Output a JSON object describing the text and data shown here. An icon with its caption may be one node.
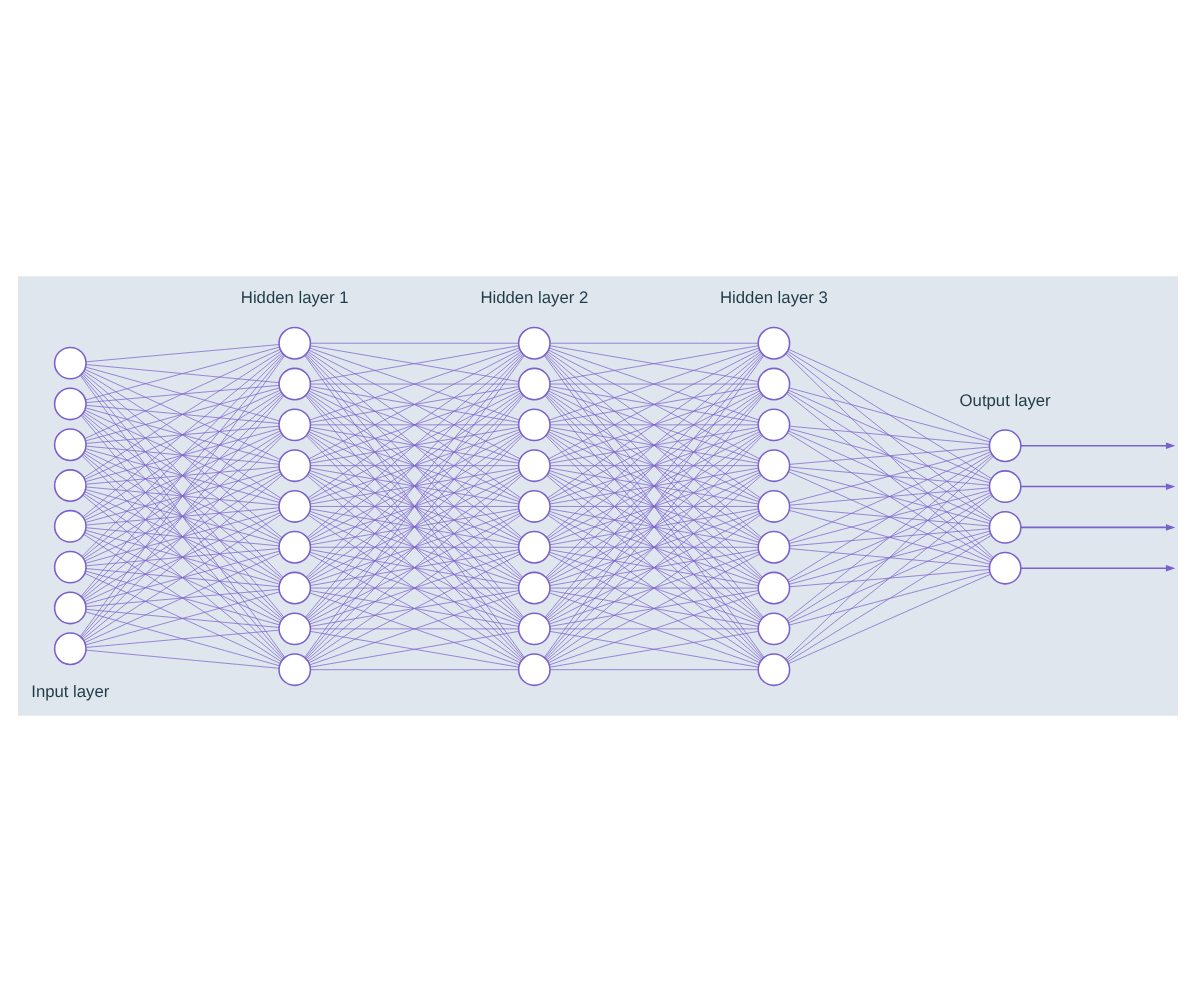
{
  "diagram": {
    "nodes": [
      {
        "text": [],
        "shape": "circle"
      },
      {
        "text": [],
        "shape": "circle"
      },
      {
        "text": [],
        "shape": "circle"
      },
      {
        "text": [],
        "shape": "circle"
      },
      {
        "text": [],
        "shape": "circle"
      },
      {
        "text": [],
        "shape": "circle"
      },
      {
        "text": [],
        "shape": "circle"
      },
      {
        "text": [],
        "shape": "circle"
      },
      {
        "text": [],
        "shape": "circle"
      },
      {
        "text": [],
        "shape": "circle"
      },
      {
        "text": [],
        "shape": "circle"
      },
      {
        "text": [],
        "shape": "circle"
      },
      {
        "text": [],
        "shape": "circle"
      },
      {
        "text": [],
        "shape": "circle"
      },
      {
        "text": [],
        "shape": "circle"
      },
      {
        "text": [],
        "shape": "circle"
      },
      {
        "text": [],
        "shape": "circle"
      },
      {
        "text": [],
        "shape": "circle"
      },
      {
        "text": [],
        "shape": "circle"
      },
      {
        "text": [],
        "shape": "circle"
      },
      {
        "text": [],
        "shape": "circle"
      },
      {
        "text": [],
        "shape": "circle"
      },
      {
        "text": [],
        "shape": "circle"
      },
      {
        "text": [],
        "shape": "circle"
      },
      {
        "text": [],
        "shape": "circle"
      },
      {
        "text": [],
        "shape": "circle"
      },
      {
        "text": [],
        "shape": "circle"
      },
      {
        "text": [],
        "shape": "circle"
      },
      {
        "text": [],
        "shape": "circle"
      },
      {
        "text": [],
        "shape": "circle"
      },
      {
        "text": [],
        "shape": "circle"
      },
      {
        "text": [],
        "shape": "circle"
      },
      {
        "text": [],
        "shape": "circle"
      },
      {
        "text": [],
        "shape": "circle"
      },
      {
        "text": [],
        "shape": "circle"
      },
      {
        "text": [],
        "shape": "circle"
      },
      {
        "text": [],
        "shape": "circle"
      },
      {
        "text": [],
        "shape": "circle"
      },
      {
        "text": [],
        "shape": "circle"
      }
    ],
    "edges": [
      {
        "from": 0,
        "to": 8,
        "arrow": "none"
      },
      {
        "from": 0,
        "to": 9,
        "arrow": "none"
      },
      {
        "from": 0,
        "to": 10,
        "arrow": "none"
      },
      {
        "from": 0,
        "to": 11,
        "arrow": "none"
      },
      {
        "from": 0,
        "to": 12,
        "arrow": "none"
      },
      {
        "from": 0,
        "to": 13,
        "arrow": "none"
      },
      {
        "from": 0,
        "to": 14,
        "arrow": "none"
      },
      {
        "from": 0,
        "to": 15,
        "arrow": "none"
      },
      {
        "from": 0,
        "to": 16,
        "arrow": "none"
      },
      {
        "from": 1,
        "to": 8,
        "arrow": "none"
      },
      {
        "from": 1,
        "to": 9,
        "arrow": "none"
      },
      {
        "from": 1,
        "to": 10,
        "arrow": "none"
      },
      {
        "from": 1,
        "to": 11,
        "arrow": "none"
      },
      {
        "from": 1,
        "to": 12,
        "arrow": "none"
      },
      {
        "from": 1,
        "to": 13,
        "arrow": "none"
      },
      {
        "from": 1,
        "to": 14,
        "arrow": "none"
      },
      {
        "from": 1,
        "to": 15,
        "arrow": "none"
      },
      {
        "from": 1,
        "to": 16,
        "arrow": "none"
      },
      {
        "from": 2,
        "to": 8,
        "arrow": "none"
      },
      {
        "from": 2,
        "to": 9,
        "arrow": "none"
      },
      {
        "from": 2,
        "to": 10,
        "arrow": "none"
      },
      {
        "from": 2,
        "to": 11,
        "arrow": "none"
      },
      {
        "from": 2,
        "to": 12,
        "arrow": "none"
      },
      {
        "from": 2,
        "to": 13,
        "arrow": "none"
      },
      {
        "from": 2,
        "to": 14,
        "arrow": "none"
      },
      {
        "from": 2,
        "to": 15,
        "arrow": "none"
      },
      {
        "from": 2,
        "to": 16,
        "arrow": "none"
      },
      {
        "from": 3,
        "to": 8,
        "arrow": "none"
      },
      {
        "from": 3,
        "to": 9,
        "arrow": "none"
      },
      {
        "from": 3,
        "to": 10,
        "arrow": "none"
      },
      {
        "from": 3,
        "to": 11,
        "arrow": "none"
      },
      {
        "from": 3,
        "to": 12,
        "arrow": "none"
      },
      {
        "from": 3,
        "to": 13,
        "arrow": "none"
      },
      {
        "from": 3,
        "to": 14,
        "arrow": "none"
      },
      {
        "from": 3,
        "to": 15,
        "arrow": "none"
      },
      {
        "from": 3,
        "to": 16,
        "arrow": "none"
      },
      {
        "from": 4,
        "to": 8,
        "arrow": "none"
      },
      {
        "from": 4,
        "to": 9,
        "arrow": "none"
      },
      {
        "from": 4,
        "to": 10,
        "arrow": "none"
      },
      {
        "from": 4,
        "to": 11,
        "arrow": "none"
      },
      {
        "from": 4,
        "to": 12,
        "arrow": "none"
      },
      {
        "from": 4,
        "to": 13,
        "arrow": "none"
      },
      {
        "from": 4,
        "to": 14,
        "arrow": "none"
      },
      {
        "from": 4,
        "to": 15,
        "arrow": "none"
      },
      {
        "from": 4,
        "to": 16,
        "arrow": "none"
      },
      {
        "from": 5,
        "to": 8,
        "arrow": "none"
      },
      {
        "from": 5,
        "to": 9,
        "arrow": "none"
      },
      {
        "from": 5,
        "to": 10,
        "arrow": "none"
      },
      {
        "from": 5,
        "to": 11,
        "arrow": "none"
      },
      {
        "from": 5,
        "to": 12,
        "arrow": "none"
      },
      {
        "from": 5,
        "to": 13,
        "arrow": "none"
      },
      {
        "from": 5,
        "to": 14,
        "arrow": "none"
      },
      {
        "from": 5,
        "to": 15,
        "arrow": "none"
      },
      {
        "from": 5,
        "to": 16,
        "arrow": "none"
      },
      {
        "from": 6,
        "to": 8,
        "arrow": "none"
      },
      {
        "from": 6,
        "to": 9,
        "arrow": "none"
      },
      {
        "from": 6,
        "to": 10,
        "arrow": "none"
      },
      {
        "from": 6,
        "to": 11,
        "arrow": "none"
      },
      {
        "from": 6,
        "to": 12,
        "arrow": "none"
      },
      {
        "from": 6,
        "to": 13,
        "arrow": "none"
      },
      {
        "from": 6,
        "to": 14,
        "arrow": "none"
      },
      {
        "from": 6,
        "to": 15,
        "arrow": "none"
      },
      {
        "from": 6,
        "to": 16,
        "arrow": "none"
      },
      {
        "from": 7,
        "to": 8,
        "arrow": "none"
      },
      {
        "from": 7,
        "to": 9,
        "arrow": "none"
      },
      {
        "from": 7,
        "to": 10,
        "arrow": "none"
      },
      {
        "from": 7,
        "to": 11,
        "arrow": "none"
      },
      {
        "from": 7,
        "to": 12,
        "arrow": "none"
      },
      {
        "from": 7,
        "to": 13,
        "arrow": "none"
      },
      {
        "from": 7,
        "to": 14,
        "arrow": "none"
      },
      {
        "from": 7,
        "to": 15,
        "arrow": "none"
      },
      {
        "from": 7,
        "to": 16,
        "arrow": "none"
      },
      {
        "from": 8,
        "to": 17,
        "arrow": "none"
      },
      {
        "from": 8,
        "to": 18,
        "arrow": "none"
      },
      {
        "from": 8,
        "to": 19,
        "arrow": "none"
      },
      {
        "from": 8,
        "to": 20,
        "arrow": "none"
      },
      {
        "from": 8,
        "to": 21,
        "arrow": "none"
      },
      {
        "from": 8,
        "to": 22,
        "arrow": "none"
      },
      {
        "from": 8,
        "to": 23,
        "arrow": "none"
      },
      {
        "from": 8,
        "to": 24,
        "arrow": "none"
      },
      {
        "from": 8,
        "to": 25,
        "arrow": "none"
      },
      {
        "from": 9,
        "to": 17,
        "arrow": "none"
      },
      {
        "from": 9,
        "to": 18,
        "arrow": "none"
      },
      {
        "from": 9,
        "to": 19,
        "arrow": "none"
      },
      {
        "from": 9,
        "to": 20,
        "arrow": "none"
      },
      {
        "from": 9,
        "to": 21,
        "arrow": "none"
      },
      {
        "from": 9,
        "to": 22,
        "arrow": "none"
      },
      {
        "from": 9,
        "to": 23,
        "arrow": "none"
      },
      {
        "from": 9,
        "to": 24,
        "arrow": "none"
      },
      {
        "from": 9,
        "to": 25,
        "arrow": "none"
      },
      {
        "from": 10,
        "to": 17,
        "arrow": "none"
      },
      {
        "from": 10,
        "to": 18,
        "arrow": "none"
      },
      {
        "from": 10,
        "to": 19,
        "arrow": "none"
      },
      {
        "from": 10,
        "to": 20,
        "arrow": "none"
      },
      {
        "from": 10,
        "to": 21,
        "arrow": "none"
      },
      {
        "from": 10,
        "to": 22,
        "arrow": "none"
      },
      {
        "from": 10,
        "to": 23,
        "arrow": "none"
      },
      {
        "from": 10,
        "to": 24,
        "arrow": "none"
      },
      {
        "from": 10,
        "to": 25,
        "arrow": "none"
      },
      {
        "from": 11,
        "to": 17,
        "arrow": "none"
      },
      {
        "from": 11,
        "to": 18,
        "arrow": "none"
      },
      {
        "from": 11,
        "to": 19,
        "arrow": "none"
      },
      {
        "from": 11,
        "to": 20,
        "arrow": "none"
      },
      {
        "from": 11,
        "to": 21,
        "arrow": "none"
      },
      {
        "from": 11,
        "to": 22,
        "arrow": "none"
      },
      {
        "from": 11,
        "to": 23,
        "arrow": "none"
      },
      {
        "from": 11,
        "to": 24,
        "arrow": "none"
      },
      {
        "from": 11,
        "to": 25,
        "arrow": "none"
      },
      {
        "from": 12,
        "to": 17,
        "arrow": "none"
      },
      {
        "from": 12,
        "to": 18,
        "arrow": "none"
      },
      {
        "from": 12,
        "to": 19,
        "arrow": "none"
      },
      {
        "from": 12,
        "to": 20,
        "arrow": "none"
      },
      {
        "from": 12,
        "to": 21,
        "arrow": "none"
      },
      {
        "from": 12,
        "to": 22,
        "arrow": "none"
      },
      {
        "from": 12,
        "to": 23,
        "arrow": "none"
      },
      {
        "from": 12,
        "to": 24,
        "arrow": "none"
      },
      {
        "from": 12,
        "to": 25,
        "arrow": "none"
      },
      {
        "from": 13,
        "to": 17,
        "arrow": "none"
      },
      {
        "from": 13,
        "to": 18,
        "arrow": "none"
      },
      {
        "from": 13,
        "to": 19,
        "arrow": "none"
      },
      {
        "from": 13,
        "to": 20,
        "arrow": "none"
      },
      {
        "from": 13,
        "to": 21,
        "arrow": "none"
      },
      {
        "from": 13,
        "to": 22,
        "arrow": "none"
      },
      {
        "from": 13,
        "to": 23,
        "arrow": "none"
      },
      {
        "from": 13,
        "to": 24,
        "arrow": "none"
      },
      {
        "from": 13,
        "to": 25,
        "arrow": "none"
      },
      {
        "from": 14,
        "to": 17,
        "arrow": "none"
      },
      {
        "from": 14,
        "to": 18,
        "arrow": "none"
      },
      {
        "from": 14,
        "to": 19,
        "arrow": "none"
      },
      {
        "from": 14,
        "to": 20,
        "arrow": "none"
      },
      {
        "from": 14,
        "to": 21,
        "arrow": "none"
      },
      {
        "from": 14,
        "to": 22,
        "arrow": "none"
      },
      {
        "from": 14,
        "to": 23,
        "arrow": "none"
      },
      {
        "from": 14,
        "to": 24,
        "arrow": "none"
      },
      {
        "from": 14,
        "to": 25,
        "arrow": "none"
      },
      {
        "from": 15,
        "to": 17,
        "arrow": "none"
      },
      {
        "from": 15,
        "to": 18,
        "arrow": "none"
      },
      {
        "from": 15,
        "to": 19,
        "arrow": "none"
      },
      {
        "from": 15,
        "to": 20,
        "arrow": "none"
      },
      {
        "from": 15,
        "to": 21,
        "arrow": "none"
      },
      {
        "from": 15,
        "to": 22,
        "arrow": "none"
      },
      {
        "from": 15,
        "to": 23,
        "arrow": "none"
      },
      {
        "from": 15,
        "to": 24,
        "arrow": "none"
      },
      {
        "from": 15,
        "to": 25,
        "arrow": "none"
      },
      {
        "from": 16,
        "to": 17,
        "arrow": "none"
      },
      {
        "from": 16,
        "to": 18,
        "arrow": "none"
      },
      {
        "from": 16,
        "to": 19,
        "arrow": "none"
      },
      {
        "from": 16,
        "to": 20,
        "arrow": "none"
      },
      {
        "from": 16,
        "to": 21,
        "arrow": "none"
      },
      {
        "from": 16,
        "to": 22,
        "arrow": "none"
      },
      {
        "from": 16,
        "to": 23,
        "arrow": "none"
      },
      {
        "from": 16,
        "to": 24,
        "arrow": "none"
      },
      {
        "from": 16,
        "to": 25,
        "arrow": "none"
      },
      {
        "from": 17,
        "to": 26,
        "arrow": "none"
      },
      {
        "from": 17,
        "to": 27,
        "arrow": "none"
      },
      {
        "from": 17,
        "to": 28,
        "arrow": "none"
      },
      {
        "from": 17,
        "to": 29,
        "arrow": "none"
      },
      {
        "from": 17,
        "to": 30,
        "arrow": "none"
      },
      {
        "from": 17,
        "to": 31,
        "arrow": "none"
      },
      {
        "from": 17,
        "to": 32,
        "arrow": "none"
      },
      {
        "from": 17,
        "to": 33,
        "arrow": "none"
      },
      {
        "from": 17,
        "to": 34,
        "arrow": "none"
      },
      {
        "from": 18,
        "to": 26,
        "arrow": "none"
      },
      {
        "from": 18,
        "to": 27,
        "arrow": "none"
      },
      {
        "from": 18,
        "to": 28,
        "arrow": "none"
      },
      {
        "from": 18,
        "to": 29,
        "arrow": "none"
      },
      {
        "from": 18,
        "to": 30,
        "arrow": "none"
      },
      {
        "from": 18,
        "to": 31,
        "arrow": "none"
      },
      {
        "from": 18,
        "to": 32,
        "arrow": "none"
      },
      {
        "from": 18,
        "to": 33,
        "arrow": "none"
      },
      {
        "from": 18,
        "to": 34,
        "arrow": "none"
      },
      {
        "from": 19,
        "to": 26,
        "arrow": "none"
      },
      {
        "from": 19,
        "to": 27,
        "arrow": "none"
      },
      {
        "from": 19,
        "to": 28,
        "arrow": "none"
      },
      {
        "from": 19,
        "to": 29,
        "arrow": "none"
      },
      {
        "from": 19,
        "to": 30,
        "arrow": "none"
      },
      {
        "from": 19,
        "to": 31,
        "arrow": "none"
      },
      {
        "from": 19,
        "to": 32,
        "arrow": "none"
      },
      {
        "from": 19,
        "to": 33,
        "arrow": "none"
      },
      {
        "from": 19,
        "to": 34,
        "arrow": "none"
      },
      {
        "from": 20,
        "to": 26,
        "arrow": "none"
      },
      {
        "from": 20,
        "to": 27,
        "arrow": "none"
      },
      {
        "from": 20,
        "to": 28,
        "arrow": "none"
      },
      {
        "from": 20,
        "to": 29,
        "arrow": "none"
      },
      {
        "from": 20,
        "to": 30,
        "arrow": "none"
      },
      {
        "from": 20,
        "to": 31,
        "arrow": "none"
      },
      {
        "from": 20,
        "to": 32,
        "arrow": "none"
      },
      {
        "from": 20,
        "to": 33,
        "arrow": "none"
      },
      {
        "from": 20,
        "to": 34,
        "arrow": "none"
      },
      {
        "from": 21,
        "to": 26,
        "arrow": "none"
      },
      {
        "from": 21,
        "to": 27,
        "arrow": "none"
      },
      {
        "from": 21,
        "to": 28,
        "arrow": "none"
      },
      {
        "from": 21,
        "to": 29,
        "arrow": "none"
      },
      {
        "from": 21,
        "to": 30,
        "arrow": "none"
      },
      {
        "from": 21,
        "to": 31,
        "arrow": "none"
      },
      {
        "from": 21,
        "to": 32,
        "arrow": "none"
      },
      {
        "from": 21,
        "to": 33,
        "arrow": "none"
      },
      {
        "from": 21,
        "to": 34,
        "arrow": "none"
      },
      {
        "from": 22,
        "to": 26,
        "arrow": "none"
      },
      {
        "from": 22,
        "to": 27,
        "arrow": "none"
      },
      {
        "from": 22,
        "to": 28,
        "arrow": "none"
      },
      {
        "from": 22,
        "to": 29,
        "arrow": "none"
      },
      {
        "from": 22,
        "to": 30,
        "arrow": "none"
      },
      {
        "from": 22,
        "to": 31,
        "arrow": "none"
      },
      {
        "from": 22,
        "to": 32,
        "arrow": "none"
      },
      {
        "from": 22,
        "to": 33,
        "arrow": "none"
      },
      {
        "from": 22,
        "to": 34,
        "arrow": "none"
      },
      {
        "from": 23,
        "to": 26,
        "arrow": "none"
      },
      {
        "from": 23,
        "to": 27,
        "arrow": "none"
      },
      {
        "from": 23,
        "to": 28,
        "arrow": "none"
      },
      {
        "from": 23,
        "to": 29,
        "arrow": "none"
      },
      {
        "from": 23,
        "to": 30,
        "arrow": "none"
      },
      {
        "from": 23,
        "to": 31,
        "arrow": "none"
      },
      {
        "from": 23,
        "to": 32,
        "arrow": "none"
      },
      {
        "from": 23,
        "to": 33,
        "arrow": "none"
      },
      {
        "from": 23,
        "to": 34,
        "arrow": "none"
      },
      {
        "from": 24,
        "to": 26,
        "arrow": "none"
      },
      {
        "from": 24,
        "to": 27,
        "arrow": "none"
      },
      {
        "from": 24,
        "to": 28,
        "arrow": "none"
      },
      {
        "from": 24,
        "to": 29,
        "arrow": "none"
      },
      {
        "from": 24,
        "to": 30,
        "arrow": "none"
      },
      {
        "from": 24,
        "to": 31,
        "arrow": "none"
      },
      {
        "from": 24,
        "to": 32,
        "arrow": "none"
      },
      {
        "from": 24,
        "to": 33,
        "arrow": "none"
      },
      {
        "from": 24,
        "to": 34,
        "arrow": "none"
      },
      {
        "from": 25,
        "to": 26,
        "arrow": "none"
      },
      {
        "from": 25,
        "to": 27,
        "arrow": "none"
      },
      {
        "from": 25,
        "to": 28,
        "arrow": "none"
      },
      {
        "from": 25,
        "to": 29,
        "arrow": "none"
      },
      {
        "from": 25,
        "to": 30,
        "arrow": "none"
      },
      {
        "from": 25,
        "to": 31,
        "arrow": "none"
      },
      {
        "from": 25,
        "to": 32,
        "arrow": "none"
      },
      {
        "from": 25,
        "to": 33,
        "arrow": "none"
      },
      {
        "from": 25,
        "to": 34,
        "arrow": "none"
      },
      {
        "from": 26,
        "to": 35,
        "arrow": "none"
      },
      {
        "from": 26,
        "to": 36,
        "arrow": "none"
      },
      {
        "from": 26,
        "to": 37,
        "arrow": "none"
      },
      {
        "from": 26,
        "to": 38,
        "arrow": "none"
      },
      {
        "from": 27,
        "to": 35,
        "arrow": "none"
      },
      {
        "from": 27,
        "to": 36,
        "arrow": "none"
      },
      {
        "from": 27,
        "to": 37,
        "arrow": "none"
      },
      {
        "from": 27,
        "to": 38,
        "arrow": "none"
      },
      {
        "from": 28,
        "to": 35,
        "arrow": "none"
      },
      {
        "from": 28,
        "to": 36,
        "arrow": "none"
      },
      {
        "from": 28,
        "to": 37,
        "arrow": "none"
      },
      {
        "from": 28,
        "to": 38,
        "arrow": "none"
      },
      {
        "from": 29,
        "to": 35,
        "arrow": "none"
      },
      {
        "from": 29,
        "to": 36,
        "arrow": "none"
      },
      {
        "from": 29,
        "to": 37,
        "arrow": "none"
      },
      {
        "from": 29,
        "to": 38,
        "arrow": "none"
      },
      {
        "from": 30,
        "to": 35,
        "arrow": "none"
      },
      {
        "from": 30,
        "to": 36,
        "arrow": "none"
      },
      {
        "from": 30,
        "to": 37,
        "arrow": "none"
      },
      {
        "from": 30,
        "to": 38,
        "arrow": "none"
      },
      {
        "from": 31,
        "to": 35,
        "arrow": "none"
      },
      {
        "from": 31,
        "to": 36,
        "arrow": "none"
      },
      {
        "from": 31,
        "to": 37,
        "arrow": "none"
      },
      {
        "from": 31,
        "to": 38,
        "arrow": "none"
      },
      {
        "from": 32,
        "to": 35,
        "arrow": "none"
      },
      {
        "from": 32,
        "to": 36,
        "arrow": "none"
      },
      {
        "from": 32,
        "to": 37,
        "arrow": "none"
      },
      {
        "from": 32,
        "to": 38,
        "arrow": "none"
      },
      {
        "from": 33,
        "to": 35,
        "arrow": "none"
      },
      {
        "from": 33,
        "to": 36,
        "arrow": "none"
      },
      {
        "from": 33,
        "to": 37,
        "arrow": "none"
      },
      {
        "from": 33,
        "to": 38,
        "arrow": "none"
      },
      {
        "from": 34,
        "to": 35,
        "arrow": "none"
      },
      {
        "from": 34,
        "to": 36,
        "arrow": "none"
      },
      {
        "from": 34,
        "to": 37,
        "arrow": "none"
      },
      {
        "from": 34,
        "to": 38,
        "arrow": "none"
      },
      {
        "from": 35,
        "to": null,
        "arrow": "to"
      },
      {
        "from": 36,
        "to": null,
        "arrow": "to"
      },
      {
        "from": 37,
        "to": null,
        "arrow": "to"
      },
      {
        "from": 38,
        "to": null,
        "arrow": "to"
      }
    ],
    "labels": [
      "Input layer",
      "Hidden layer 1",
      "Hidden layer 2",
      "Hidden layer 3",
      "Output layer"
    ]
  }
}
